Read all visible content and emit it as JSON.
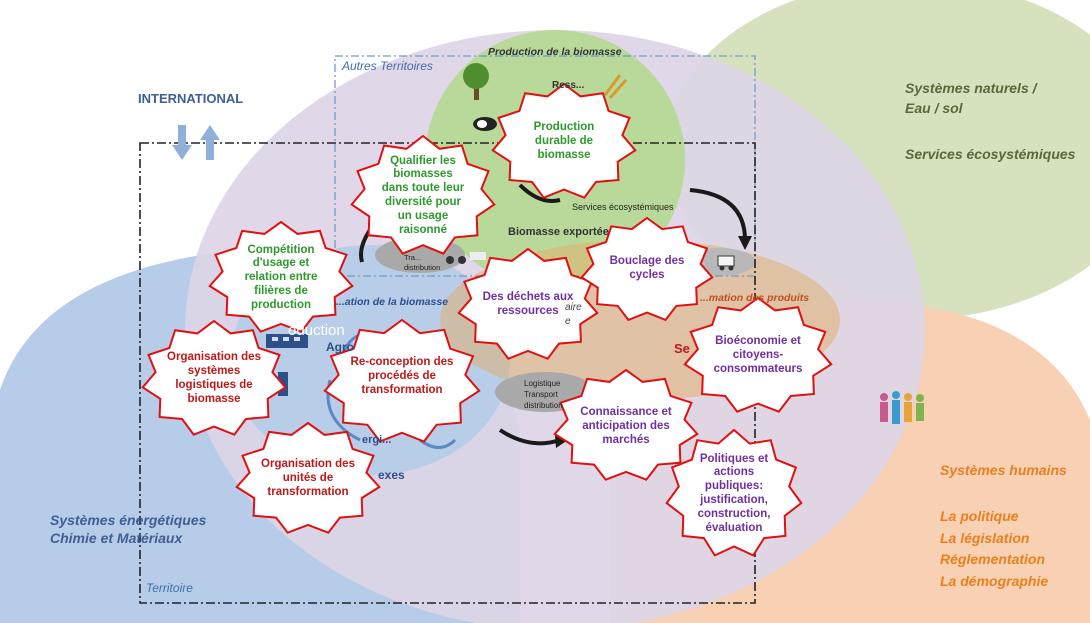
{
  "colors": {
    "green_zone": "#d6e2bd",
    "blue_zone": "#b6cce8",
    "purple_zone": "#ddd5e6",
    "orange_zone": "#f8d0b4",
    "biomass_circle": "#b8d99a",
    "star_border": "#e01010",
    "green_text": "#2e9a2e",
    "red_text": "#c01818",
    "purple_text": "#7030a0",
    "blue_text": "#3f5f94",
    "orange_text": "#e8801c",
    "olive_text": "#57693b"
  },
  "regions": {
    "international": "INTERNATIONAL",
    "autres_territoires": "Autres Territoires",
    "territoire": "Territoire",
    "naturels_1": "Systèmes naturels  /",
    "naturels_2": "Eau / sol",
    "naturels_3": "Services écosystémiques",
    "energie_1": "Systèmes énergétiques",
    "energie_2": "Chimie et Matériaux",
    "humains_1": "Systèmes humains",
    "humains_2": "La politique",
    "humains_3": "La législation",
    "humains_4": "Réglementation",
    "humains_5": "La démographie"
  },
  "inner": {
    "production_biomasse": "Production de la biomasse",
    "ressources": "Ress...",
    "services_eco": "Services écosystémiques",
    "biomasse_exportee": "Biomasse exportée",
    "transformation_biomasse": "...ation de la biomasse",
    "oduction": "oduction",
    "agro": "Agro",
    "exes": "exes",
    "erg": "ergi...",
    "air": "aire",
    "e": "e",
    "se": "Se",
    "transformation_produits": "...mation des produits",
    "logistique_1": "Logistique",
    "logistique_2": "Transport",
    "logistique_3": "distribution",
    "transport_small_1": "Tra...",
    "transport_small_2": "distribution"
  },
  "stars": [
    {
      "id": "production-durable",
      "text": "Production durable de biomasse",
      "color": "green"
    },
    {
      "id": "qualifier",
      "text": "Qualifier les biomasses dans toute leur diversité pour un usage raisonné",
      "color": "green"
    },
    {
      "id": "competition",
      "text": "Compétition d'usage et relation entre filières de production",
      "color": "green"
    },
    {
      "id": "dechets",
      "text": "Des déchets aux ressources",
      "color": "purple"
    },
    {
      "id": "bouclage",
      "text": "Bouclage des cycles",
      "color": "purple"
    },
    {
      "id": "bioeconomie",
      "text": "Bioéconomie et citoyens-consommateurs",
      "color": "purple"
    },
    {
      "id": "organisation-logistique",
      "text": "Organisation des systèmes logistiques de biomasse",
      "color": "red"
    },
    {
      "id": "reconception",
      "text": "Re-conception des procédés de transformation",
      "color": "red"
    },
    {
      "id": "organisation-unites",
      "text": "Organisation des unités de transformation",
      "color": "red"
    },
    {
      "id": "connaissance",
      "text": "Connaissance et anticipation des marchés",
      "color": "purple"
    },
    {
      "id": "politiques",
      "text": "Politiques et actions publiques: justification, construction, évaluation",
      "color": "purple"
    }
  ]
}
